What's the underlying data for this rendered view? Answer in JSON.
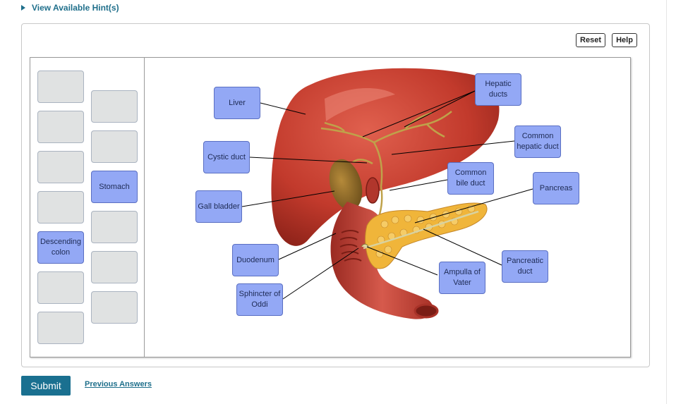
{
  "hint": {
    "label": "View Available Hint(s)"
  },
  "toolbar": {
    "reset_label": "Reset",
    "help_label": "Help"
  },
  "bank": {
    "col1": [
      "",
      "",
      "",
      "",
      "Descending colon",
      "",
      ""
    ],
    "col2": [
      "",
      "",
      "Stomach",
      "",
      "",
      ""
    ]
  },
  "targets": {
    "liver": "Liver",
    "cystic_duct": "Cystic duct",
    "gall_bladder": "Gall bladder",
    "duodenum": "Duodenum",
    "sphincter_of_oddi": "Sphincter of Oddi",
    "hepatic_ducts": "Hepatic ducts",
    "common_hepatic_duct": "Common hepatic duct",
    "common_bile_duct": "Common bile duct",
    "pancreas": "Pancreas",
    "pancreatic_duct": "Pancreatic duct",
    "ampulla_of_vater": "Ampulla of Vater"
  },
  "colors": {
    "label_fill": "#93a8f5",
    "label_border": "#5a6fc2",
    "accent": "#1a7090",
    "liver": "#c23a2c",
    "pancreas": "#f0b53a"
  },
  "footer": {
    "submit_label": "Submit",
    "previous_label": "Previous Answers"
  }
}
